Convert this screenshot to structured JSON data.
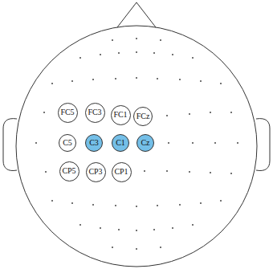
{
  "diagram": {
    "nodes": [
      {
        "text": [
          "FC5"
        ]
      },
      {
        "text": [
          "FC3"
        ]
      },
      {
        "text": [
          "FC1"
        ]
      },
      {
        "text": [
          "FCz"
        ]
      },
      {
        "text": [
          "C5"
        ]
      },
      {
        "text": [
          "C3"
        ]
      },
      {
        "text": [
          "C1"
        ]
      },
      {
        "text": [
          "Cz"
        ]
      },
      {
        "text": [
          "CP5"
        ]
      },
      {
        "text": [
          "CP3"
        ]
      },
      {
        "text": [
          "CP1"
        ]
      }
    ]
  }
}
